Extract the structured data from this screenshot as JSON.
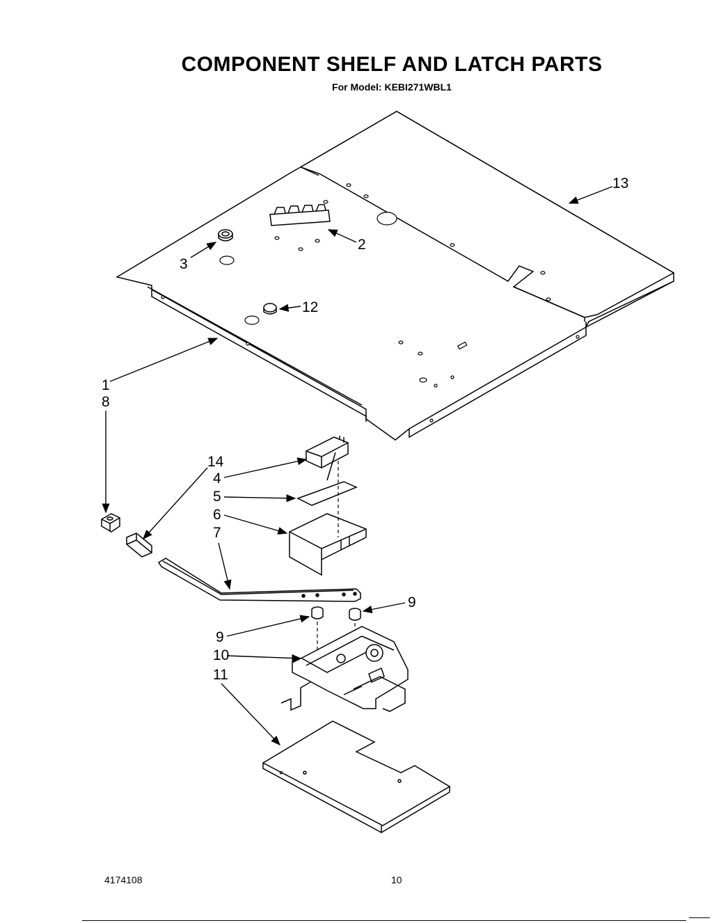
{
  "header": {
    "title": "COMPONENT SHELF AND LATCH PARTS",
    "model": "For Model: KEBI271WBL1"
  },
  "callouts": {
    "c1": "1",
    "c2": "2",
    "c3": "3",
    "c4": "4",
    "c5": "5",
    "c6": "6",
    "c7": "7",
    "c8": "8",
    "c9a": "9",
    "c9b": "9",
    "c10": "10",
    "c11": "11",
    "c12": "12",
    "c13": "13",
    "c14": "14"
  },
  "footer": {
    "doc_number": "4174108",
    "page_number": "10"
  }
}
